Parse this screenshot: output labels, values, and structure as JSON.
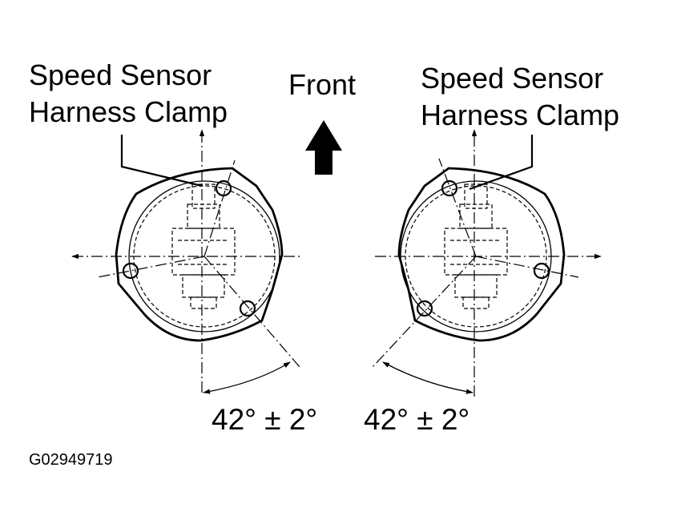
{
  "labels": {
    "left_clamp_line1": "Speed Sensor",
    "left_clamp_line2": "Harness Clamp",
    "right_clamp_line1": "Speed Sensor",
    "right_clamp_line2": "Harness Clamp",
    "front": "Front",
    "left_angle": "42° ± 2°",
    "right_angle": "42° ± 2°",
    "figure_code": "G02949719"
  },
  "angles": {
    "left_degrees": 42,
    "right_degrees": 42,
    "tolerance_degrees": 2
  }
}
